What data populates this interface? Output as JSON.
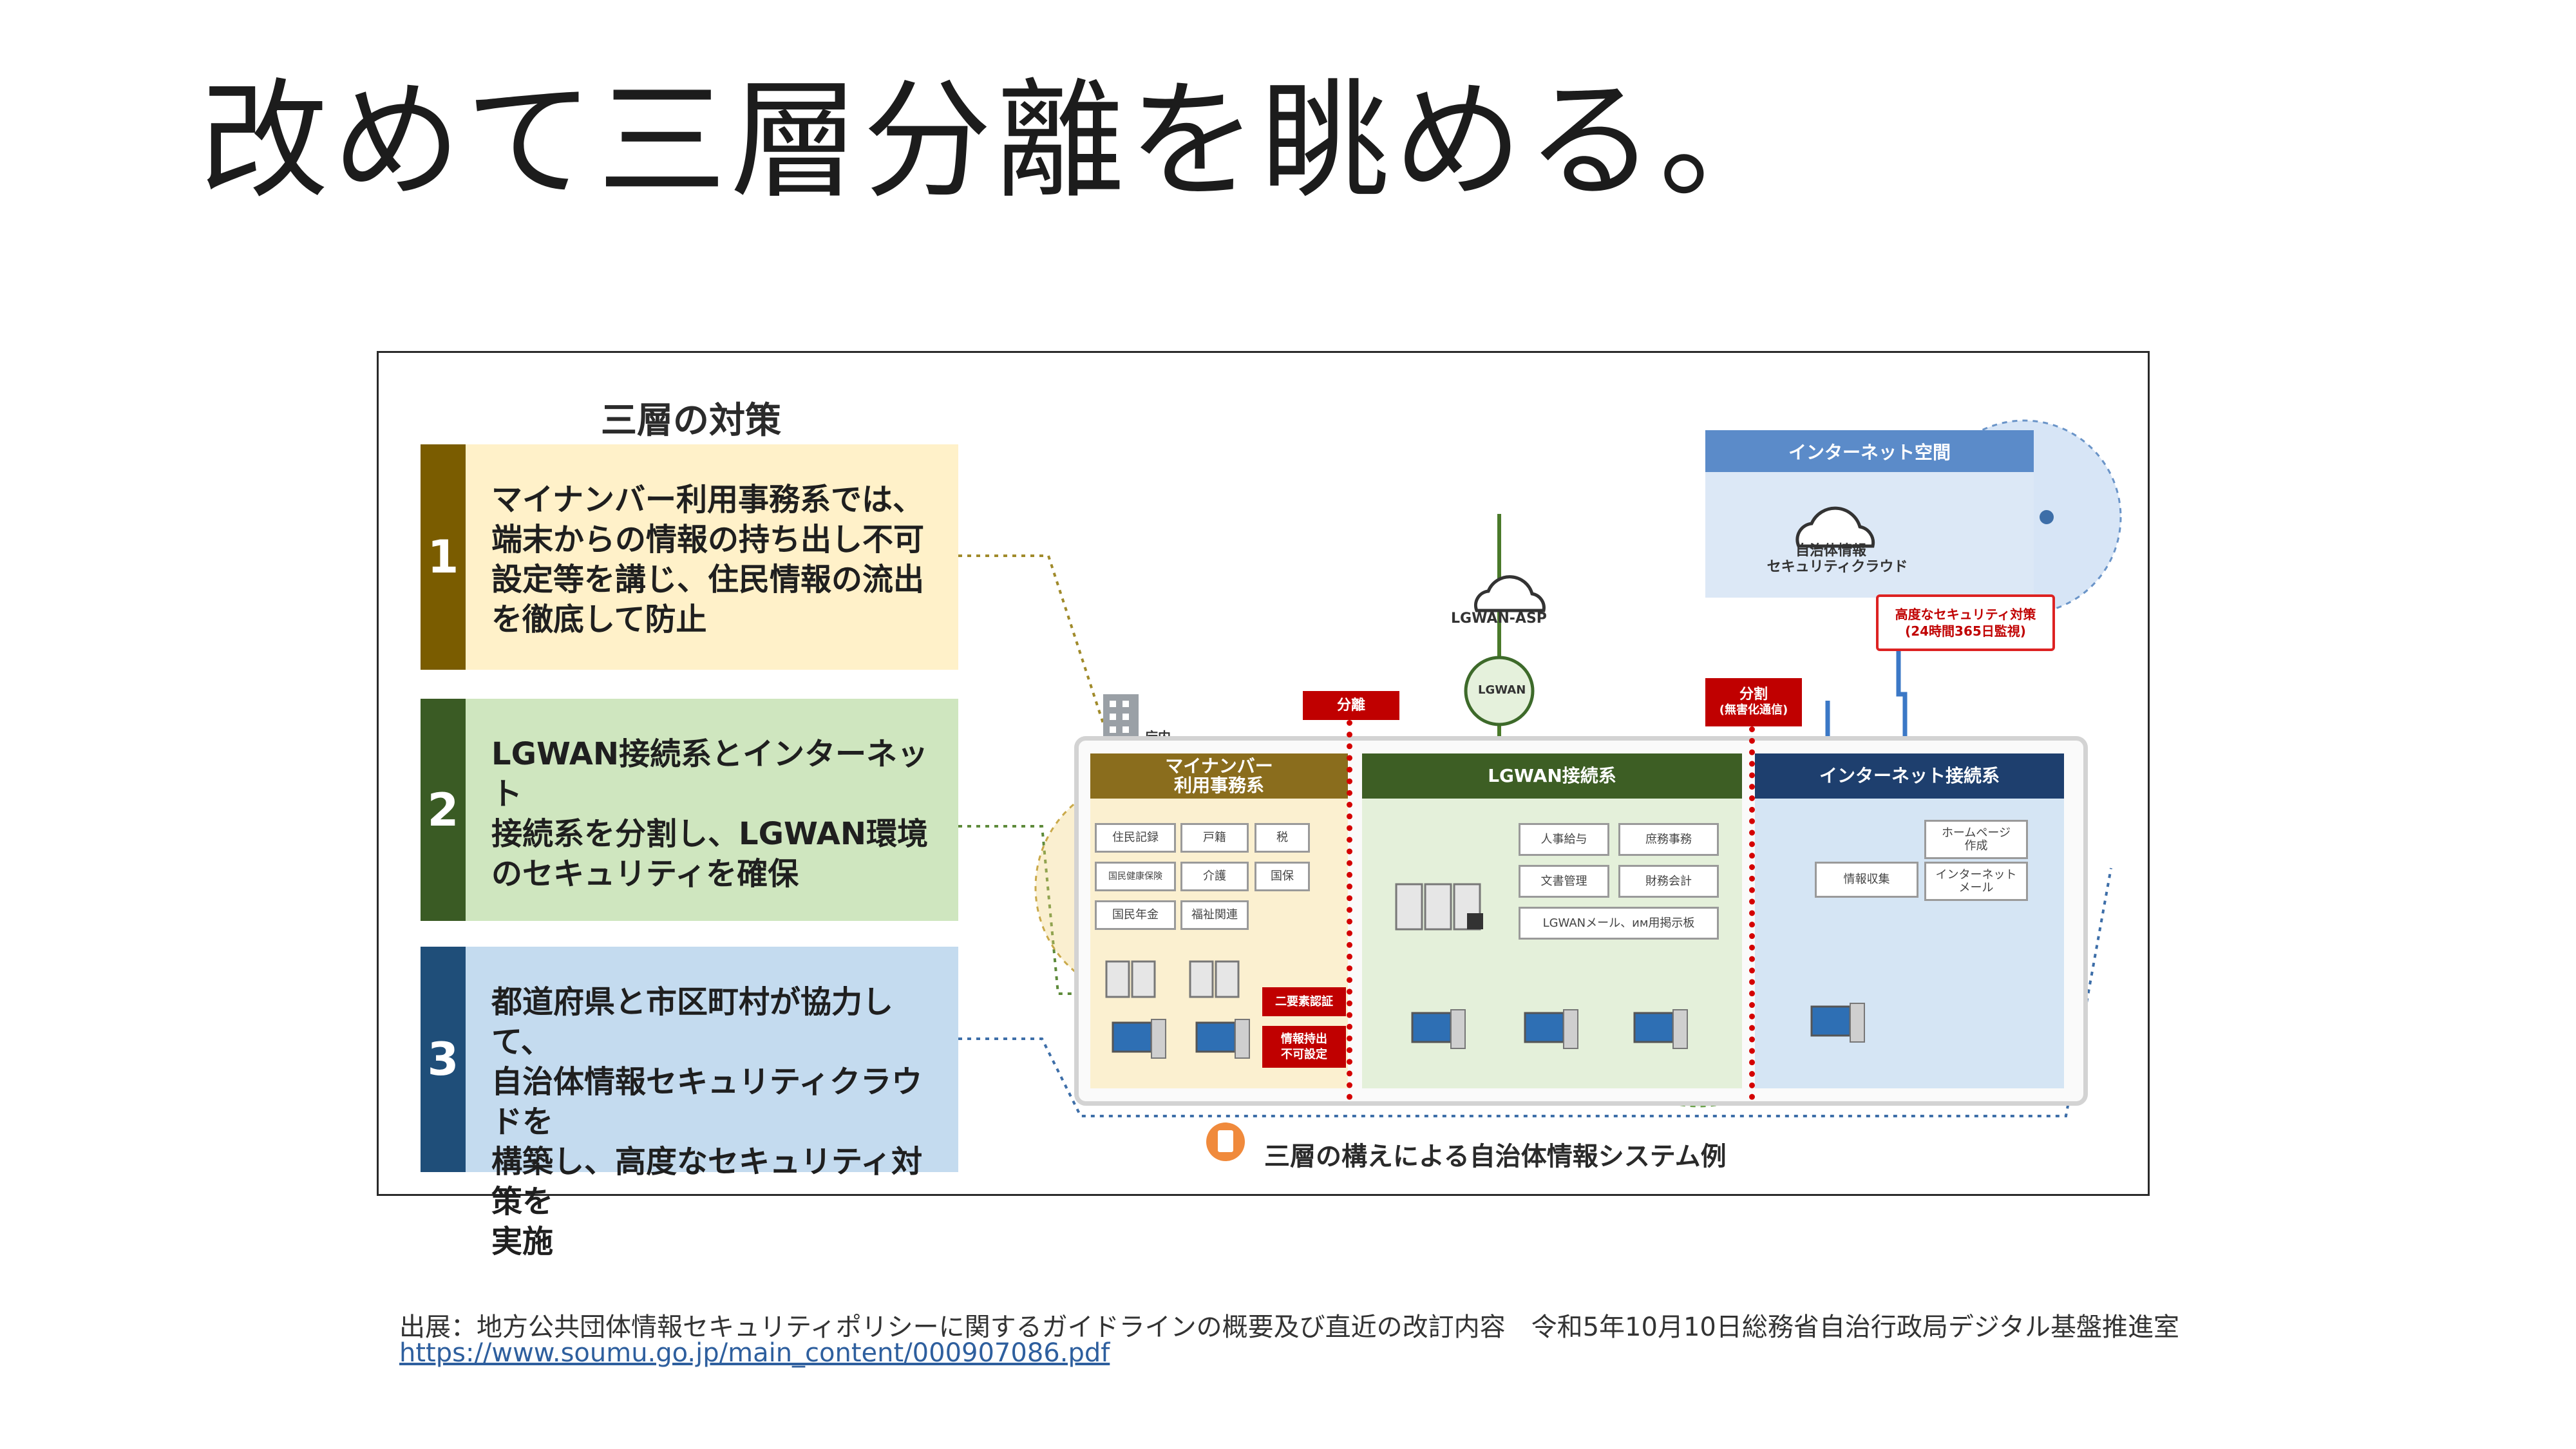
{
  "slide": {
    "title": "改めて三層分離を眺める。"
  },
  "figure": {
    "measures_title": "三層の対策",
    "measures": [
      {
        "num": "1",
        "text": "マイナンバー利用事務系では、\n端末からの情報の持ち出し不可\n設定等を講じ、住民情報の流出\nを徹底して防止"
      },
      {
        "num": "2",
        "text": "LGWAN接続系とインターネット\n接続系を分割し、LGWAN環境\nのセキュリティを確保"
      },
      {
        "num": "3",
        "text": "都道府県と市区町村が協力して、\n自治体情報セキュリティクラウドを\n構築し、高度なセキュリティ対策を\n実施"
      }
    ],
    "diagram": {
      "office_label": "庁内",
      "lgwan_asp": "LGWAN-ASP",
      "lgwan": "LGWAN",
      "separation_1": "分離",
      "separation_2": "分割",
      "separation_2_note": "(無害化通信)",
      "internet_space": "インターネット空間",
      "cloud_line1": "自治体情報",
      "cloud_line2": "セキュリティクラウド",
      "high_security_line1": "高度なセキュリティ対策",
      "high_security_line2": "(24時間365日監視)",
      "zones": {
        "mynumber": "マイナンバー\n利用事務系",
        "lgwan_sys": "LGWAN接続系",
        "internet_sys": "インターネット接続系"
      },
      "mynumber_tags": [
        "住民記録",
        "戸籍",
        "税",
        "国民健康保険",
        "介護",
        "国保",
        "国民年金",
        "福祉関連"
      ],
      "two_factor": "二要素認証",
      "no_export_line1": "情報持出",
      "no_export_line2": "不可設定",
      "lgwan_tags": [
        "人事給与",
        "庶務事務",
        "文書管理",
        "財務会計",
        "LGWANメール、им用掲示板"
      ],
      "internet_tags": [
        "ホームページ\n作成",
        "情報収集",
        "インターネット\nメール"
      ]
    },
    "caption": "三層の構えによる自治体情報システム例"
  },
  "source": {
    "text": "出展：地方公共団体情報セキュリティポリシーに関するガイドラインの概要及び直近の改訂内容　令和5年10月10日総務省自治行政局デジタル基盤推進室",
    "url": "https://www.soumu.go.jp/main_content/000907086.pdf"
  }
}
